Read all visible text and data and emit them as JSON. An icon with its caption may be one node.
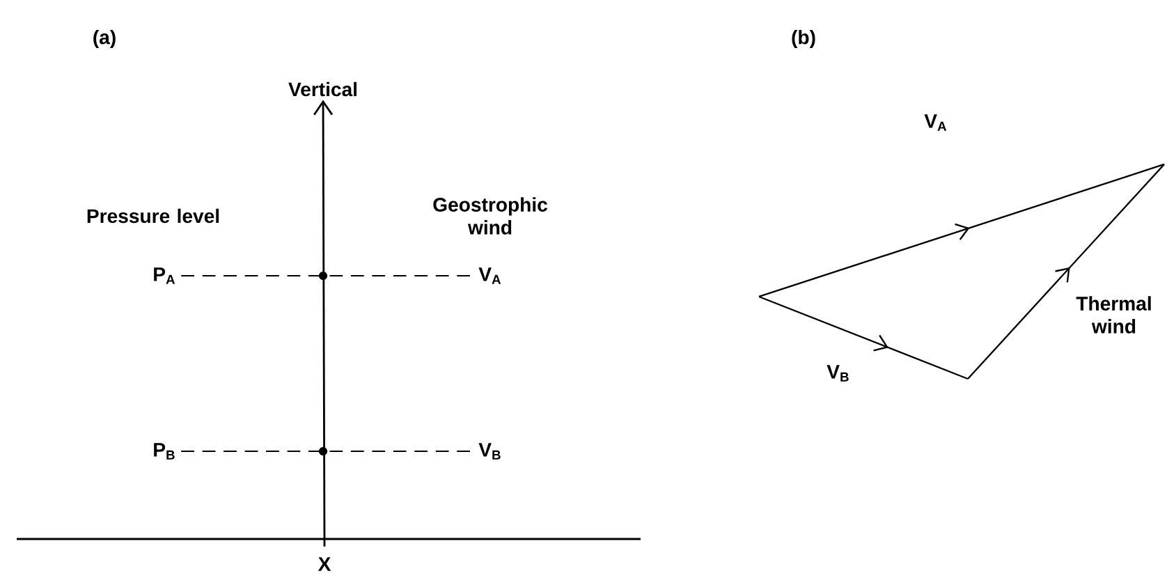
{
  "diagram": {
    "nodes": [
      {
        "text": [
          "Vertical"
        ]
      },
      {
        "text": [
          "X"
        ]
      },
      {
        "text": [
          "P$_{A}$"
        ]
      },
      {
        "text": [
          "V$_{A}$"
        ]
      },
      {
        "text": [
          "P$_{B}$"
        ]
      },
      {
        "text": [
          "V$_{B}$"
        ]
      }
    ],
    "edges": [
      {
        "from": 1,
        "to": 0,
        "arrow": "to"
      },
      {
        "from": 2,
        "to": 3,
        "arrow": "none",
        "style": "dashed"
      },
      {
        "from": 4,
        "to": 5,
        "arrow": "none",
        "style": "dashed"
      }
    ],
    "labels": [
      "(a)",
      "Pressure level",
      "Geostrophic wind",
      "(b)",
      "V$_{A}$",
      "V$_{B}$",
      "Thermal wind"
    ]
  }
}
